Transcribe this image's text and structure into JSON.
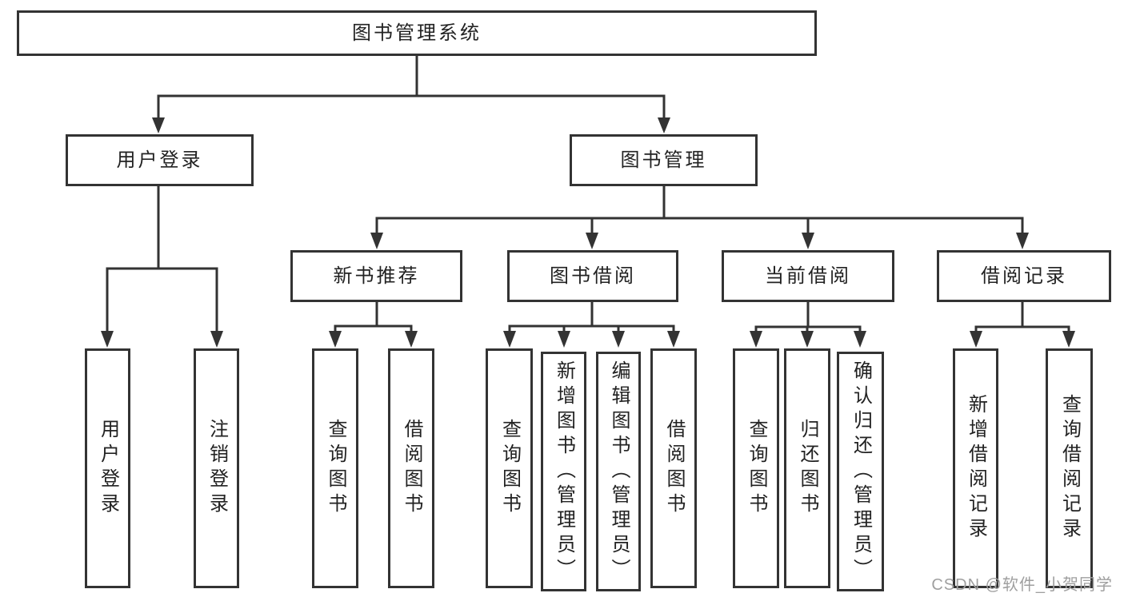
{
  "tree": {
    "label": "图书管理系统",
    "children": [
      {
        "label": "用户登录",
        "children": [
          {
            "label": "用户登录"
          },
          {
            "label": "注销登录"
          }
        ]
      },
      {
        "label": "图书管理",
        "children": [
          {
            "label": "新书推荐",
            "children": [
              {
                "label": "查询图书"
              },
              {
                "label": "借阅图书"
              }
            ]
          },
          {
            "label": "图书借阅",
            "children": [
              {
                "label": "查询图书"
              },
              {
                "label": "新增图书（管理员）"
              },
              {
                "label": "编辑图书（管理员）"
              },
              {
                "label": "借阅图书"
              }
            ]
          },
          {
            "label": "当前借阅",
            "children": [
              {
                "label": "查询图书"
              },
              {
                "label": "归还图书"
              },
              {
                "label": "确认归还（管理员）"
              }
            ]
          },
          {
            "label": "借阅记录",
            "children": [
              {
                "label": "新增借阅记录"
              },
              {
                "label": "查询借阅记录"
              }
            ]
          }
        ]
      }
    ]
  },
  "watermark": {
    "text": "CSDN @软件_小贺同学",
    "color": "#9f9f9f"
  },
  "colors": {
    "line": "#333333",
    "box_border": "#333333",
    "text": "#222222",
    "background": "#ffffff"
  }
}
